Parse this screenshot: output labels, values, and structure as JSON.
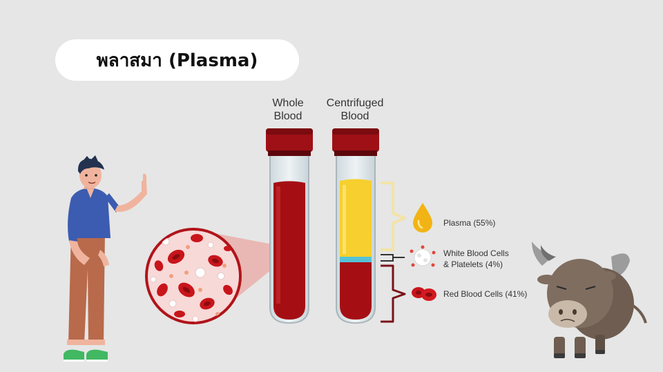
{
  "title": "พลาสมา (Plasma)",
  "tubes": {
    "whole_line1": "Whole",
    "whole_line2": "Blood",
    "centrifuged_line1": "Centrifuged",
    "centrifuged_line2": "Blood"
  },
  "legend": {
    "plasma": "Plasma (55%)",
    "wbc_line1": "White Blood Cells",
    "wbc_line2": "& Platelets (4%)",
    "rbc": "Red Blood Cells (41%)"
  },
  "colors": {
    "background": "#e6e6e6",
    "blood": "#a50f14",
    "plasma": "#f7cf2e",
    "buffy": "#56c2d6",
    "cap": "#9e1016",
    "bracket_plasma": "#f3e3a8",
    "bracket_rbc": "#7a1218",
    "bracket_wbc": "#333333"
  },
  "composition": {
    "plasma_pct": 55,
    "wbc_platelets_pct": 4,
    "rbc_pct": 41
  }
}
